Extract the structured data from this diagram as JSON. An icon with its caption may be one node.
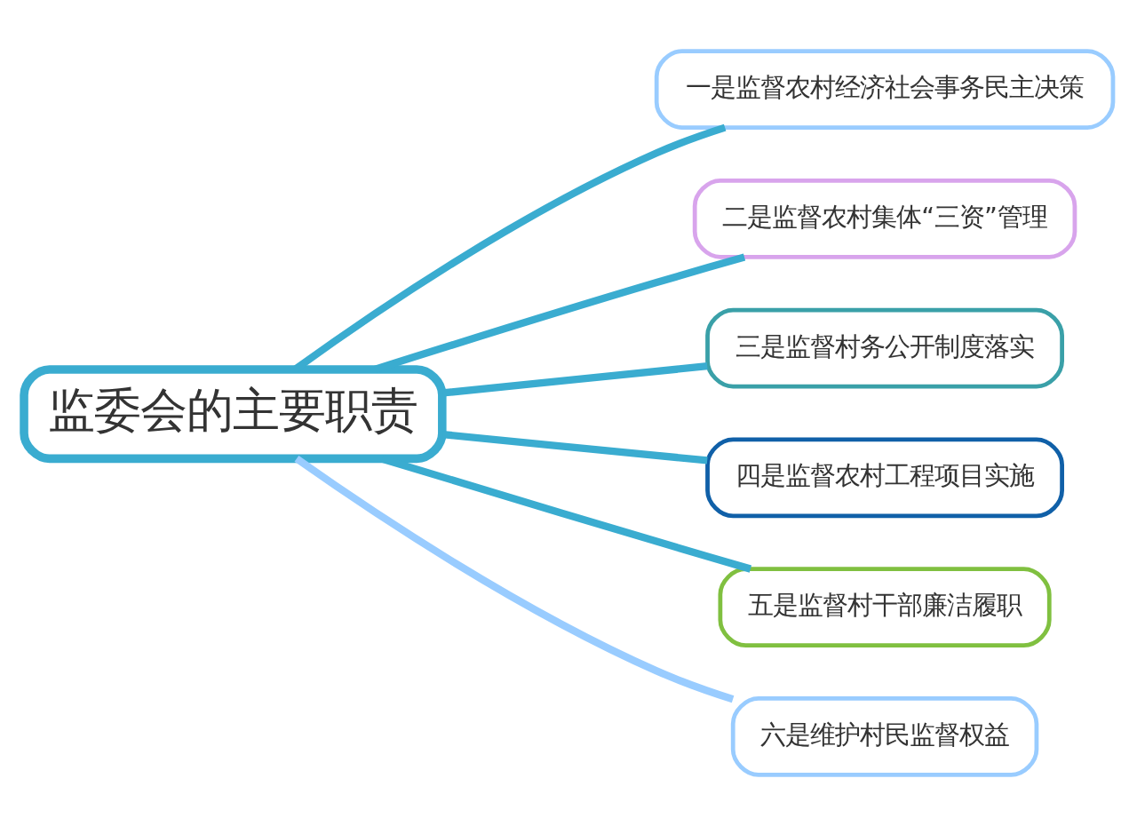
{
  "diagram": {
    "nodes": [
      {
        "text": [
          "监委会的主要职责"
        ]
      },
      {
        "text": [
          "一是监督农村经济社会事务民主决策"
        ]
      },
      {
        "text": [
          "二是监督农村集体“三资”管理"
        ]
      },
      {
        "text": [
          "三是监督村务公开制度落实"
        ]
      },
      {
        "text": [
          "四是监督农村工程项目实施"
        ]
      },
      {
        "text": [
          "五是监督村干部廉洁履职"
        ]
      },
      {
        "text": [
          "六是维护村民监督权益"
        ]
      }
    ],
    "edges": [
      {
        "from": 0,
        "to": 1,
        "arrow": "none"
      },
      {
        "from": 0,
        "to": 2,
        "arrow": "none"
      },
      {
        "from": 0,
        "to": 3,
        "arrow": "none"
      },
      {
        "from": 0,
        "to": 4,
        "arrow": "none"
      },
      {
        "from": 0,
        "to": 5,
        "arrow": "none"
      },
      {
        "from": 0,
        "to": 6,
        "arrow": "none",
        "color": "#99ccff"
      }
    ]
  }
}
